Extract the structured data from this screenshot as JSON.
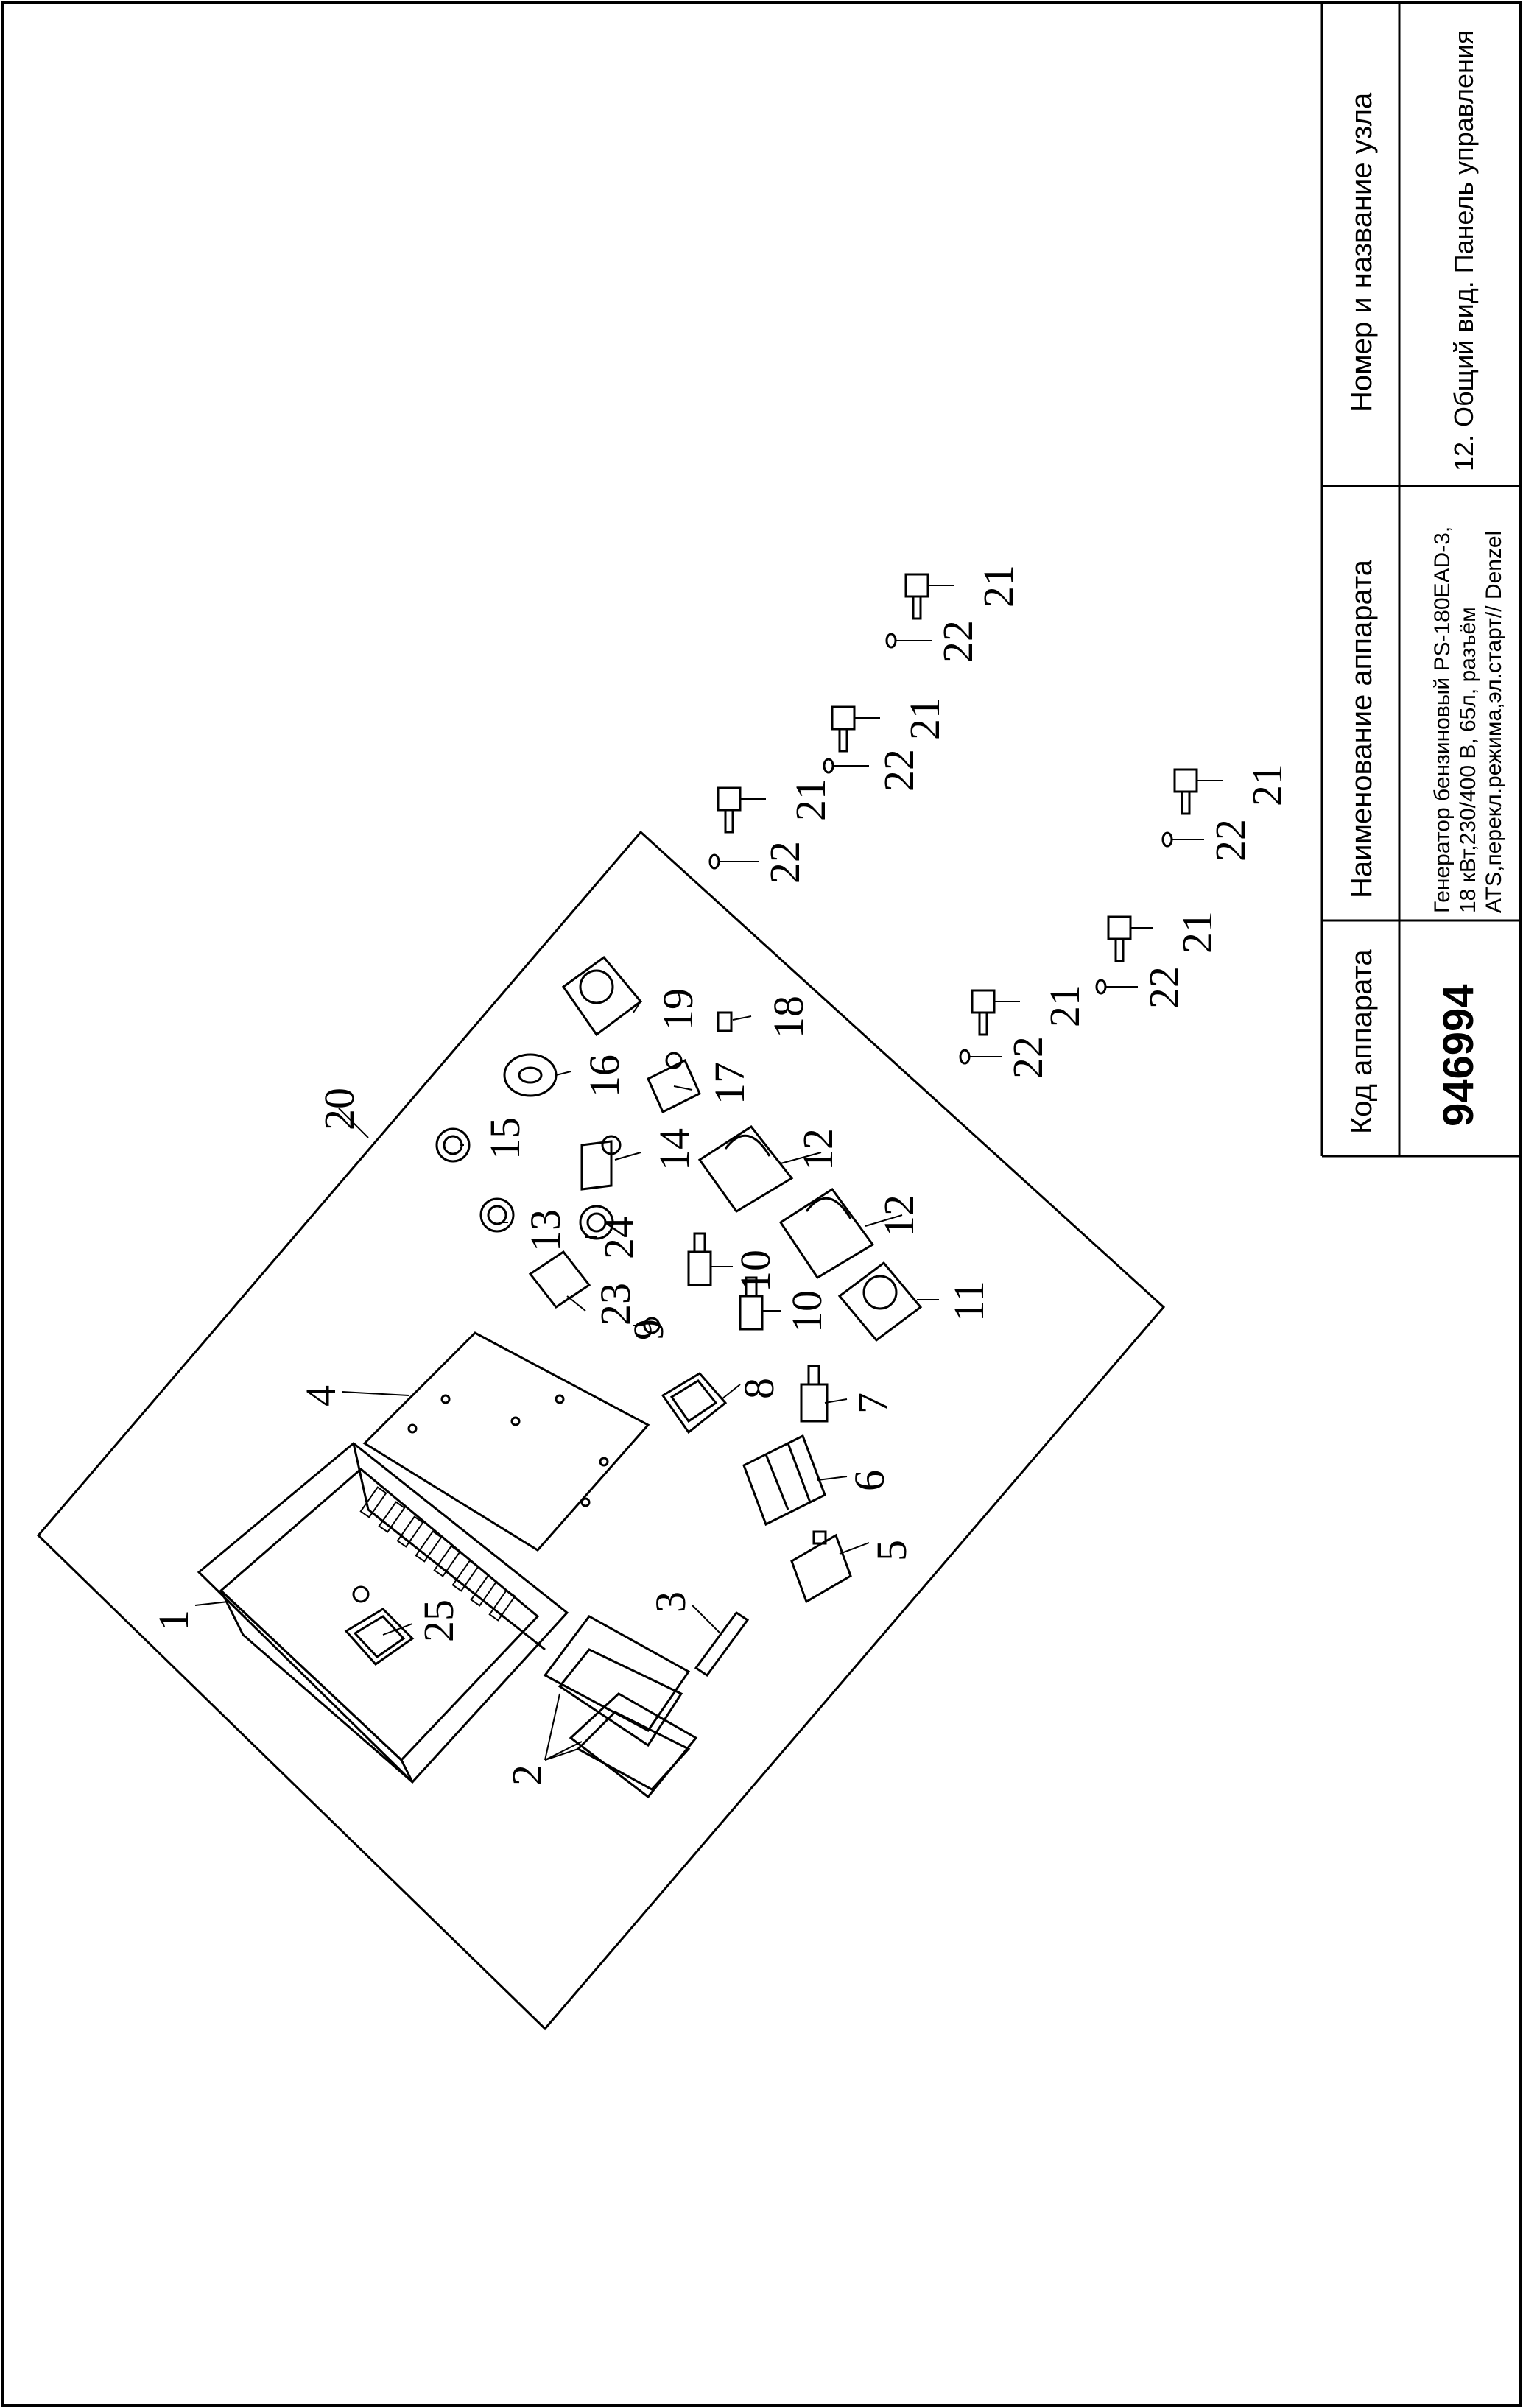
{
  "title_block": {
    "col_code_header": "Код аппарата",
    "col_name_header": "Наименование аппарата",
    "col_node_header": "Номер и название узла",
    "code_value": "946994",
    "name_line1": "Генератор бензиновый PS-180EAD-3,",
    "name_line2": "18 кВт,230/400 В, 65л, разъём",
    "name_line3": "ATS,перекл.режима,эл.старт// Denzel",
    "node_value": "12. Общий вид. Панель управления"
  },
  "callouts": [
    "1",
    "2",
    "3",
    "4",
    "5",
    "6",
    "7",
    "8",
    "9",
    "10",
    "10",
    "11",
    "12",
    "12",
    "13",
    "14",
    "15",
    "16",
    "17",
    "18",
    "19",
    "20",
    "21",
    "21",
    "21",
    "21",
    "21",
    "21",
    "22",
    "22",
    "22",
    "22",
    "22",
    "22",
    "23",
    "24",
    "25"
  ]
}
